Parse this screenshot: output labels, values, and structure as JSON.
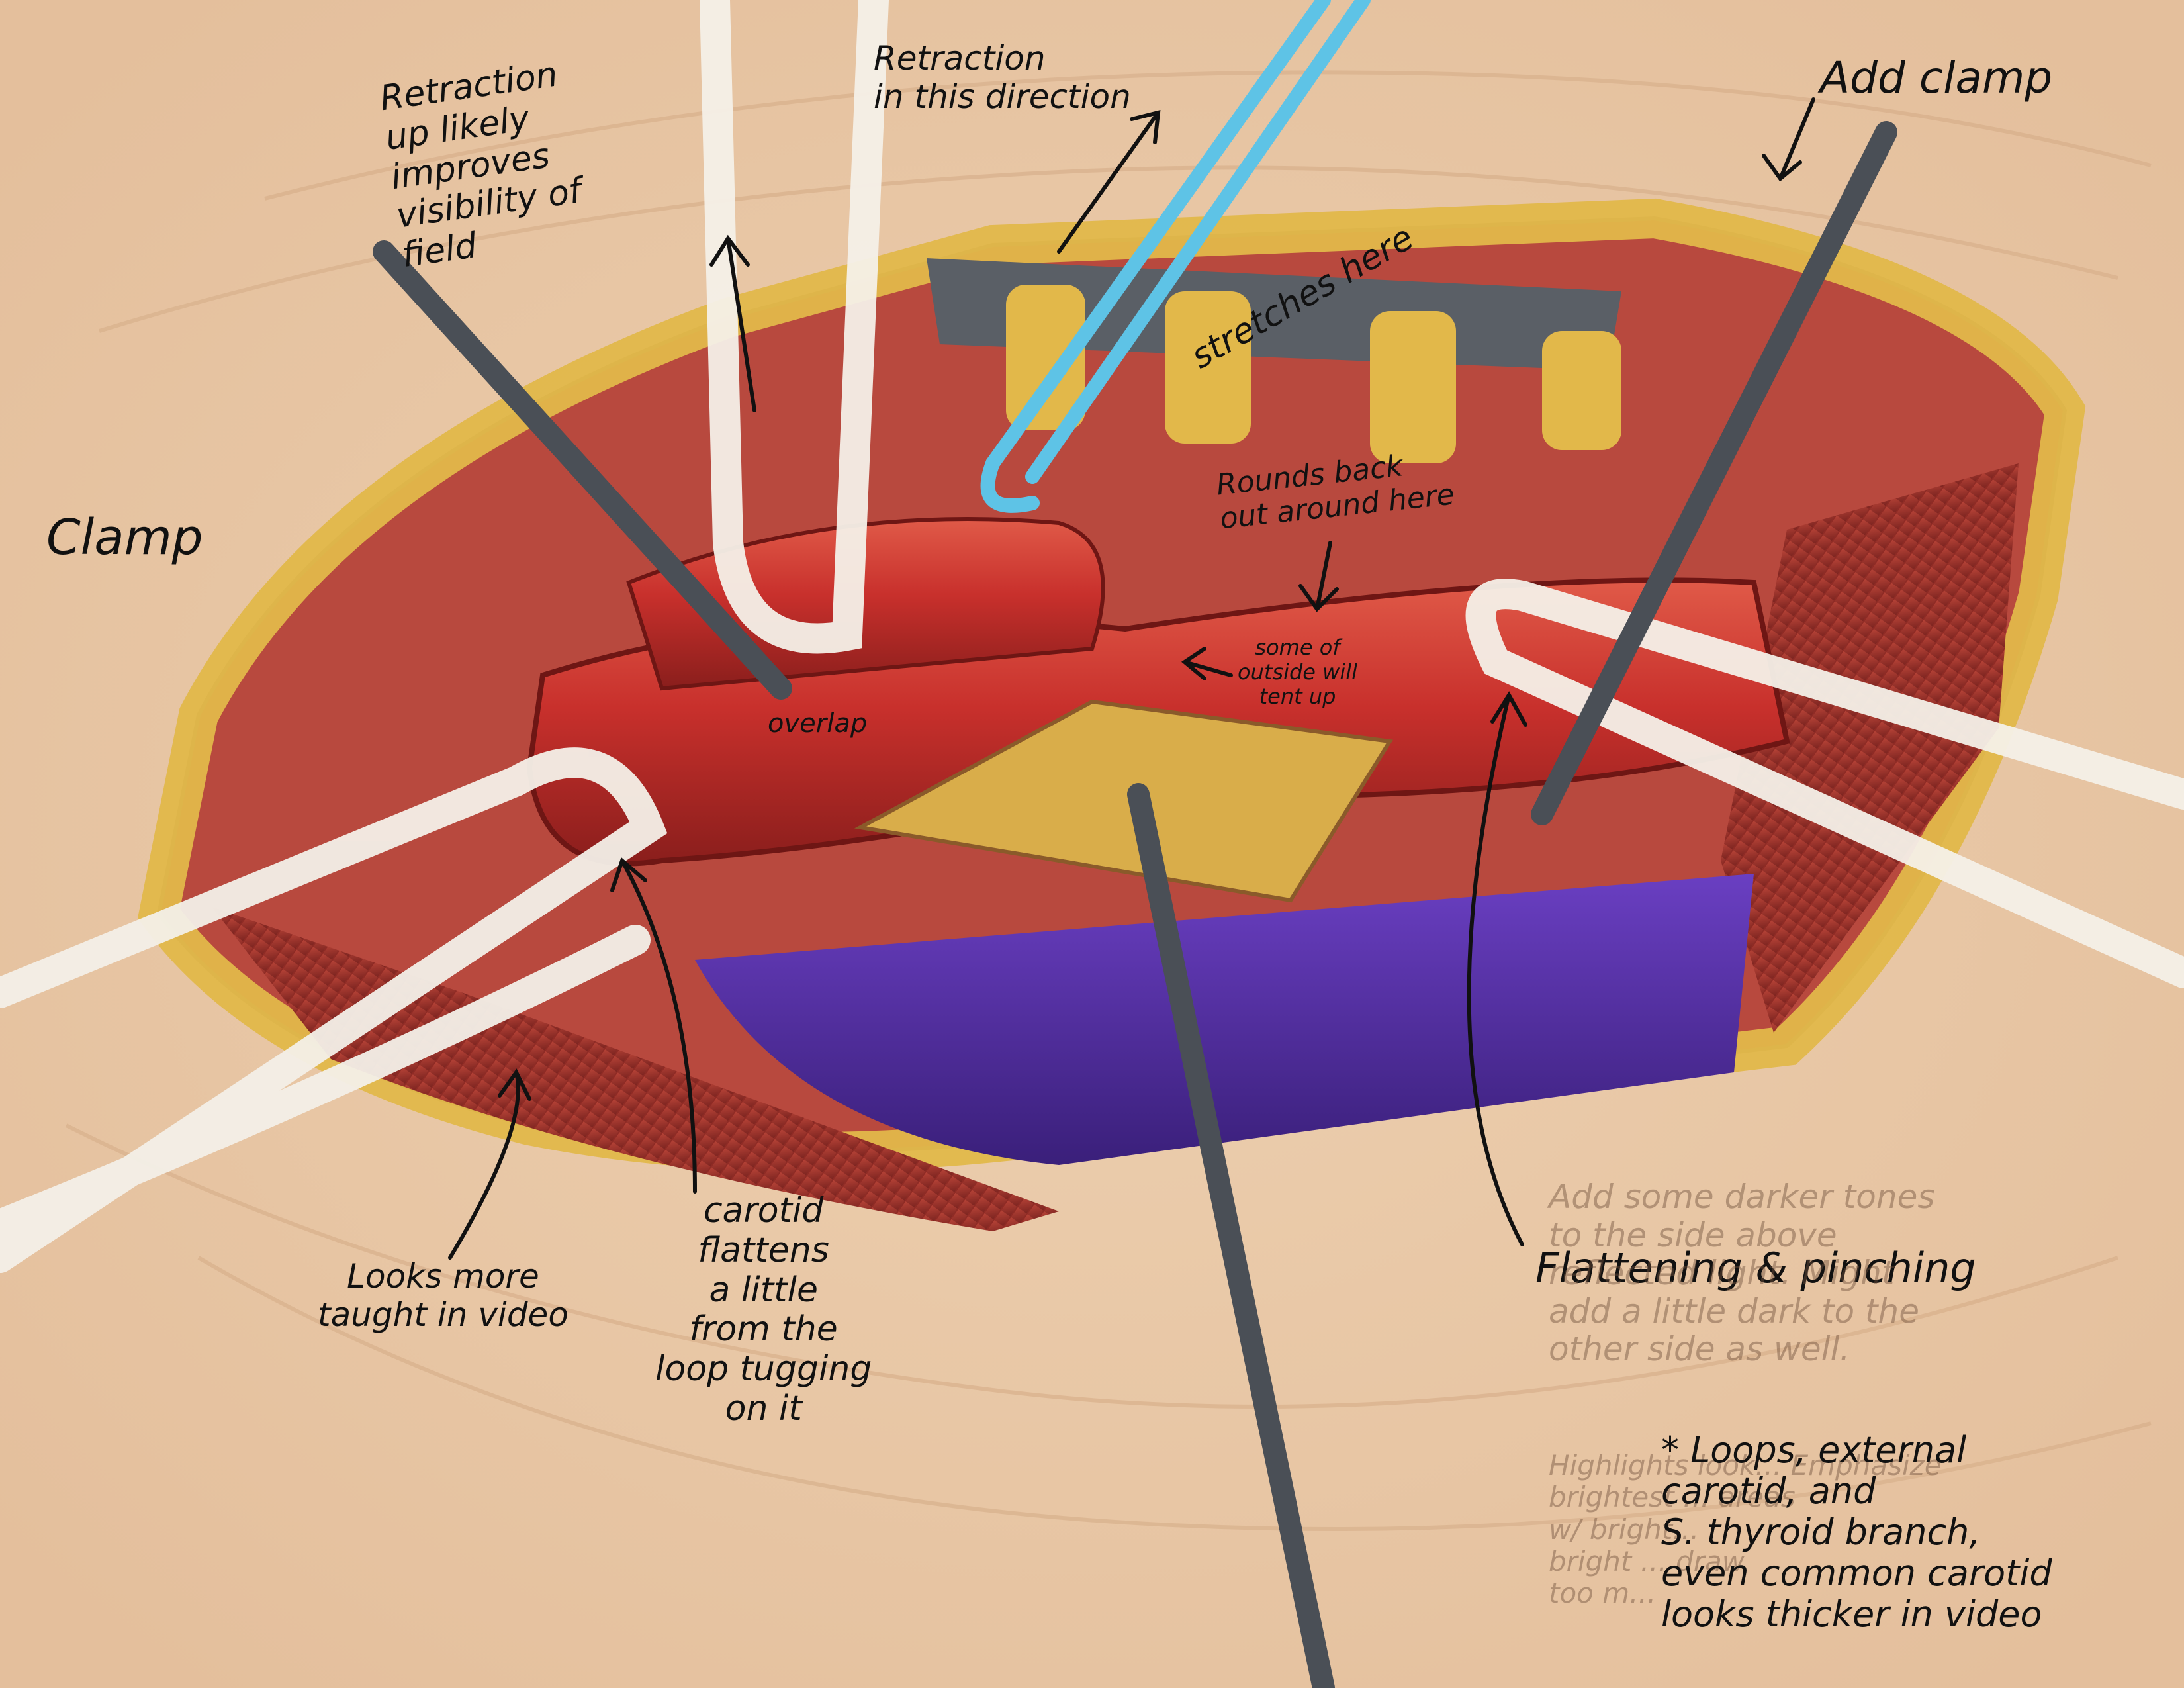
{
  "annotations": {
    "retraction_up": "Retraction\nup likely\nimproves\nvisibility of\nfield",
    "retraction_direction": "Retraction\nin this direction",
    "add_clamp": "Add clamp",
    "stretches_here": "stretches here",
    "clamp": "Clamp",
    "rounds_back": "Rounds back\nout around here",
    "some_outside": "some of\noutside will\ntent up",
    "overlap": "overlap",
    "looks_taught": "Looks more\ntaught in video",
    "carotid_flattens": "carotid\nflattens\na little\nfrom the\nloop tugging\non it",
    "flattening_pinching": "Flattening & pinching",
    "darker_tones": "Add some darker tones\nto the side above\nreflected light. Might\nadd a little dark to the\nother side as well.",
    "highlights": "Highlights look... Emphasize\nbrightest ... areas\nw/ bright... \nbright ... draw\ntoo m...",
    "loops_note": "* Loops, external\ncarotid, and\nS. thyroid branch,\neven common carotid\nlooks thicker in video"
  },
  "colors": {
    "skin": "#e9c8a6",
    "fat": "#e2b84a",
    "muscle": "#a8382e",
    "artery": "#c8302c",
    "vein": "#4b2a9a",
    "loop": "#f4f0e8",
    "blue_loop": "#5ec3e6",
    "instrument": "#5a5f66"
  },
  "icons": [
    "arrow-icon",
    "clamp-icon",
    "retractor-icon",
    "vessel-loop-icon"
  ]
}
